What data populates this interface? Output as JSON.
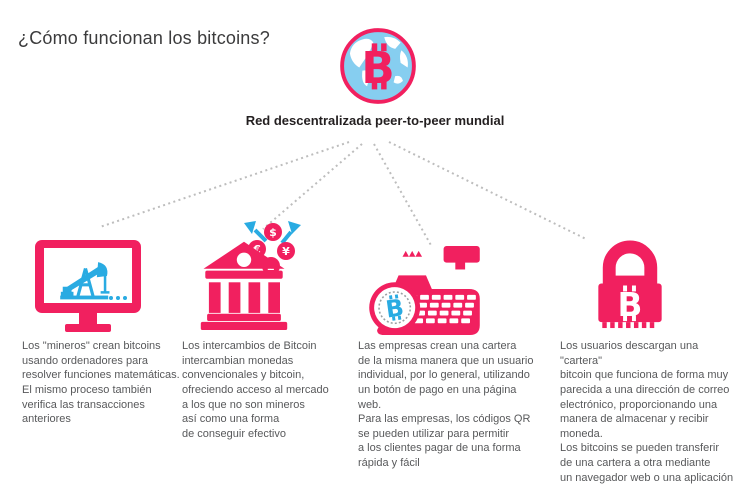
{
  "title": "¿Cómo funcionan los bitcoins?",
  "network": {
    "icon": "bitcoin-globe-icon",
    "label": "Red descentralizada peer-to-peer mundial"
  },
  "bitcoin_symbol": "B",
  "currency_symbols": [
    "$",
    "€",
    "¥",
    "£"
  ],
  "colors": {
    "accent_pink": "#f1205f",
    "accent_blue": "#29abe2",
    "globe_fill": "#86cef0",
    "body_text": "#58595b",
    "title_text": "#3b3b3c",
    "connector_gray": "#bdbdbd"
  },
  "nodes": [
    {
      "id": "miners",
      "icon": "mining-computer-icon",
      "description": "Los \"mineros\" crean bitcoins\nusando ordenadores para\nresolver funciones matemáticas.\nEl mismo proceso también\nverifica las transacciones\nanteriores"
    },
    {
      "id": "exchanges",
      "icon": "bank-currency-exchange-icon",
      "description": "Los intercambios de Bitcoin\nintercambian monedas\nconvencionales y bitcoin,\nofreciendo acceso al mercado\na los que no son mineros\nasí como una forma\nde conseguir efectivo"
    },
    {
      "id": "businesses",
      "icon": "cash-register-icon",
      "description": "Las empresas crean una cartera\nde la misma manera que un usuario\nindividual, por lo general, utilizando\nun botón de pago en una página web.\nPara las empresas, los códigos QR\nse pueden utilizar para permitir\na los clientes pagar de una forma\nrápida y fácil"
    },
    {
      "id": "users",
      "icon": "bitcoin-wallet-lock-icon",
      "description": "Los usuarios descargan una \"cartera\"\nbitcoin que funciona de forma muy\nparecida a una dirección de correo\nelectrónico, proporcionando una\nmanera de almacenar y recibir moneda.\nLos bitcoins se pueden transferir\nde una cartera a otra mediante\nun navegador web o una aplicación\npara el teléfono"
    }
  ]
}
